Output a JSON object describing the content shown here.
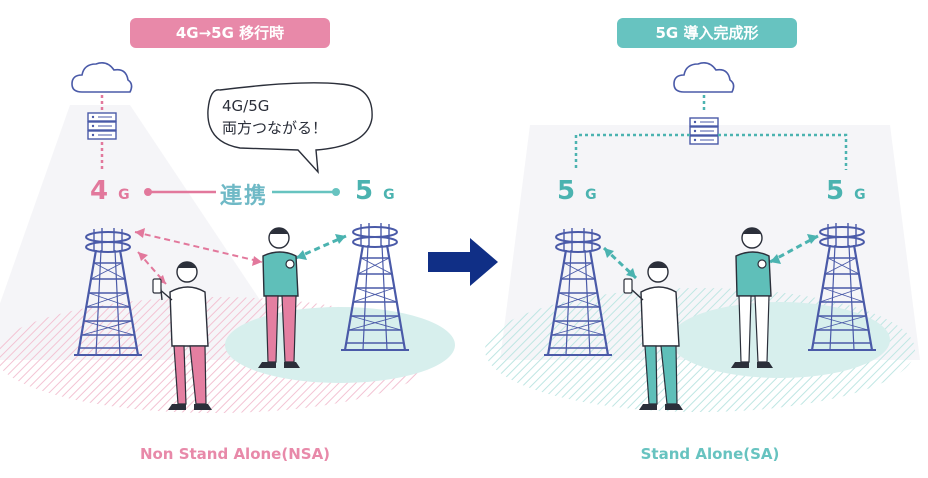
{
  "left_panel": {
    "header": "4G→5G 移行時",
    "caption": "Non Stand Alone(NSA)",
    "link_label": "連携",
    "bubble_line1": "4G/5G",
    "bubble_line2": "両方つながる！",
    "station_4g": {
      "number": "4",
      "unit": "G"
    },
    "station_5g": {
      "number": "5",
      "unit": "G"
    }
  },
  "right_panel": {
    "header": "5G 導入完成形",
    "caption": "Stand Alone(SA)",
    "station_5g_left": {
      "number": "5",
      "unit": "G"
    },
    "station_5g_right": {
      "number": "5",
      "unit": "G"
    }
  },
  "colors": {
    "pink": "#e889a9",
    "teal": "#67c3c0",
    "navy": "#4a5aa8",
    "arrow": "#102f86",
    "outline": "#2b2f3a"
  },
  "icons": [
    "cloud-icon",
    "server-icon",
    "tower-icon",
    "person-icon",
    "transition-arrow-icon",
    "speech-bubble"
  ]
}
